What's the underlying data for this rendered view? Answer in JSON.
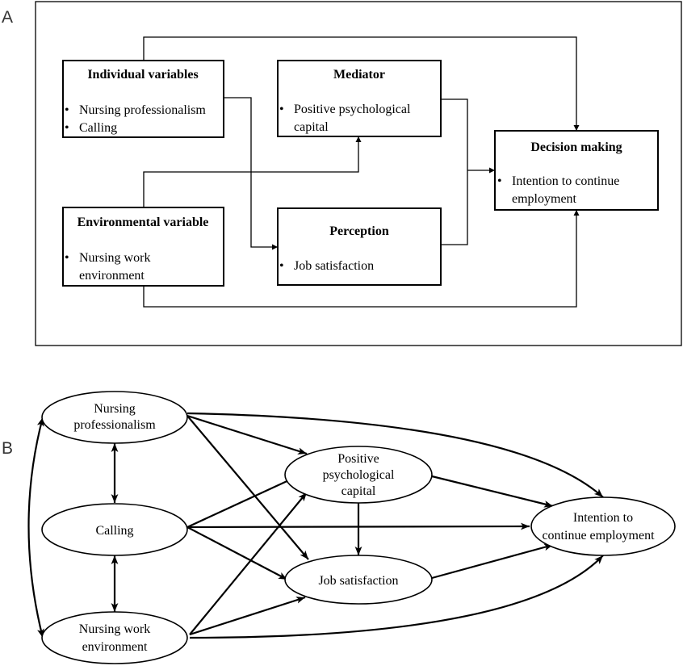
{
  "panel_a": {
    "label": "A",
    "individual": {
      "title": "Individual variables",
      "items": [
        "Nursing professionalism",
        "Calling"
      ]
    },
    "mediator": {
      "title": "Mediator",
      "line1": "Positive psychological",
      "line2": "capital"
    },
    "decision": {
      "title": "Decision making",
      "line1": "Intention to continue",
      "line2": "employment"
    },
    "environmental": {
      "title": "Environmental variable",
      "line1": "Nursing work",
      "line2": "environment"
    },
    "perception": {
      "title": "Perception",
      "line1": "Job satisfaction"
    },
    "bullet": "•"
  },
  "panel_b": {
    "label": "B",
    "nursing_professionalism": [
      "Nursing",
      "professionalism"
    ],
    "calling": [
      "Calling"
    ],
    "nursing_work_environment": [
      "Nursing work",
      "environment"
    ],
    "positive_psychological_capital": [
      "Positive",
      "psychological",
      "capital"
    ],
    "job_satisfaction": [
      "Job satisfaction"
    ],
    "intention": [
      "Intention to",
      "continue employment"
    ]
  }
}
